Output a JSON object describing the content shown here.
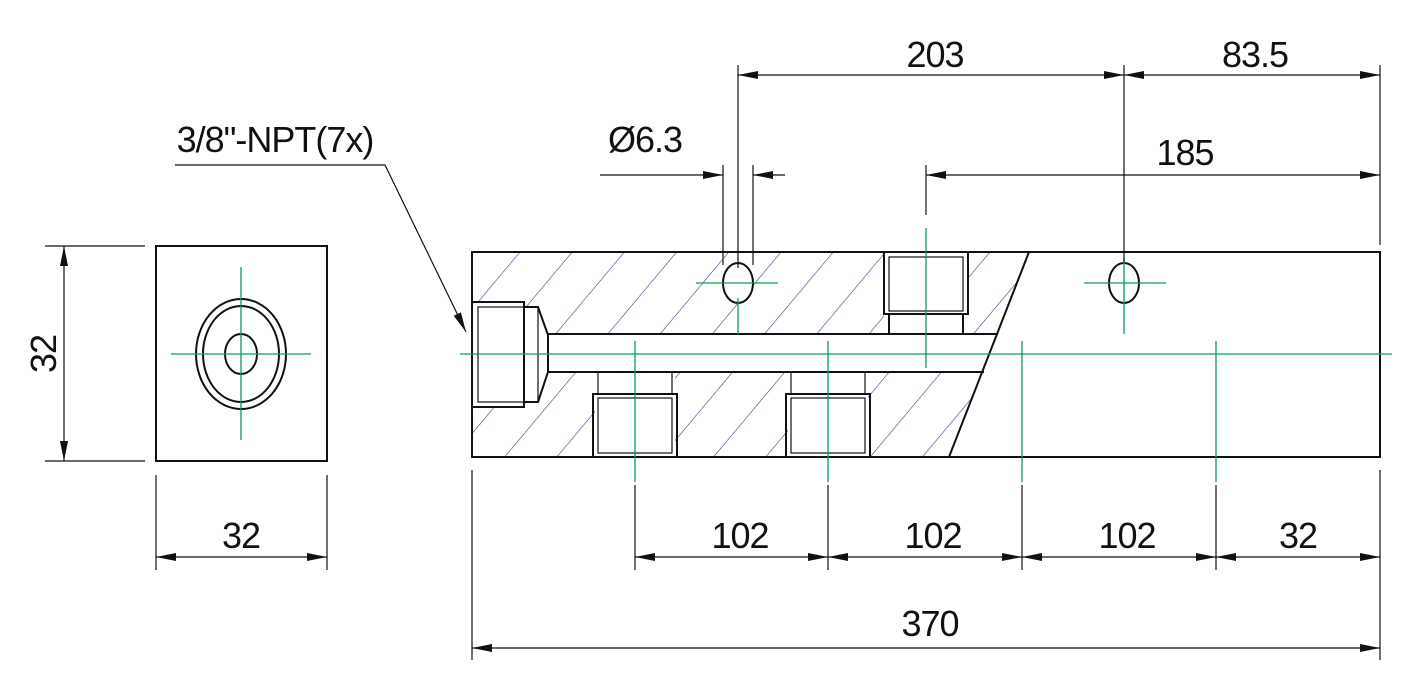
{
  "drawing": {
    "thread_callout": "3/8\"-NPT(7x)",
    "dimensions": {
      "hole_spacing_top": "203",
      "right_offset": "83.5",
      "diameter": "Ø6.3",
      "top_port_offset": "185",
      "side_height": "32",
      "side_width": "32",
      "port_pitch_1": "102",
      "port_pitch_2": "102",
      "port_pitch_3": "102",
      "end_offset": "32",
      "overall_length": "370"
    },
    "colors": {
      "outline": "#111111",
      "centerline": "#0a9a5a",
      "hatch": "#3a3f8a"
    }
  }
}
